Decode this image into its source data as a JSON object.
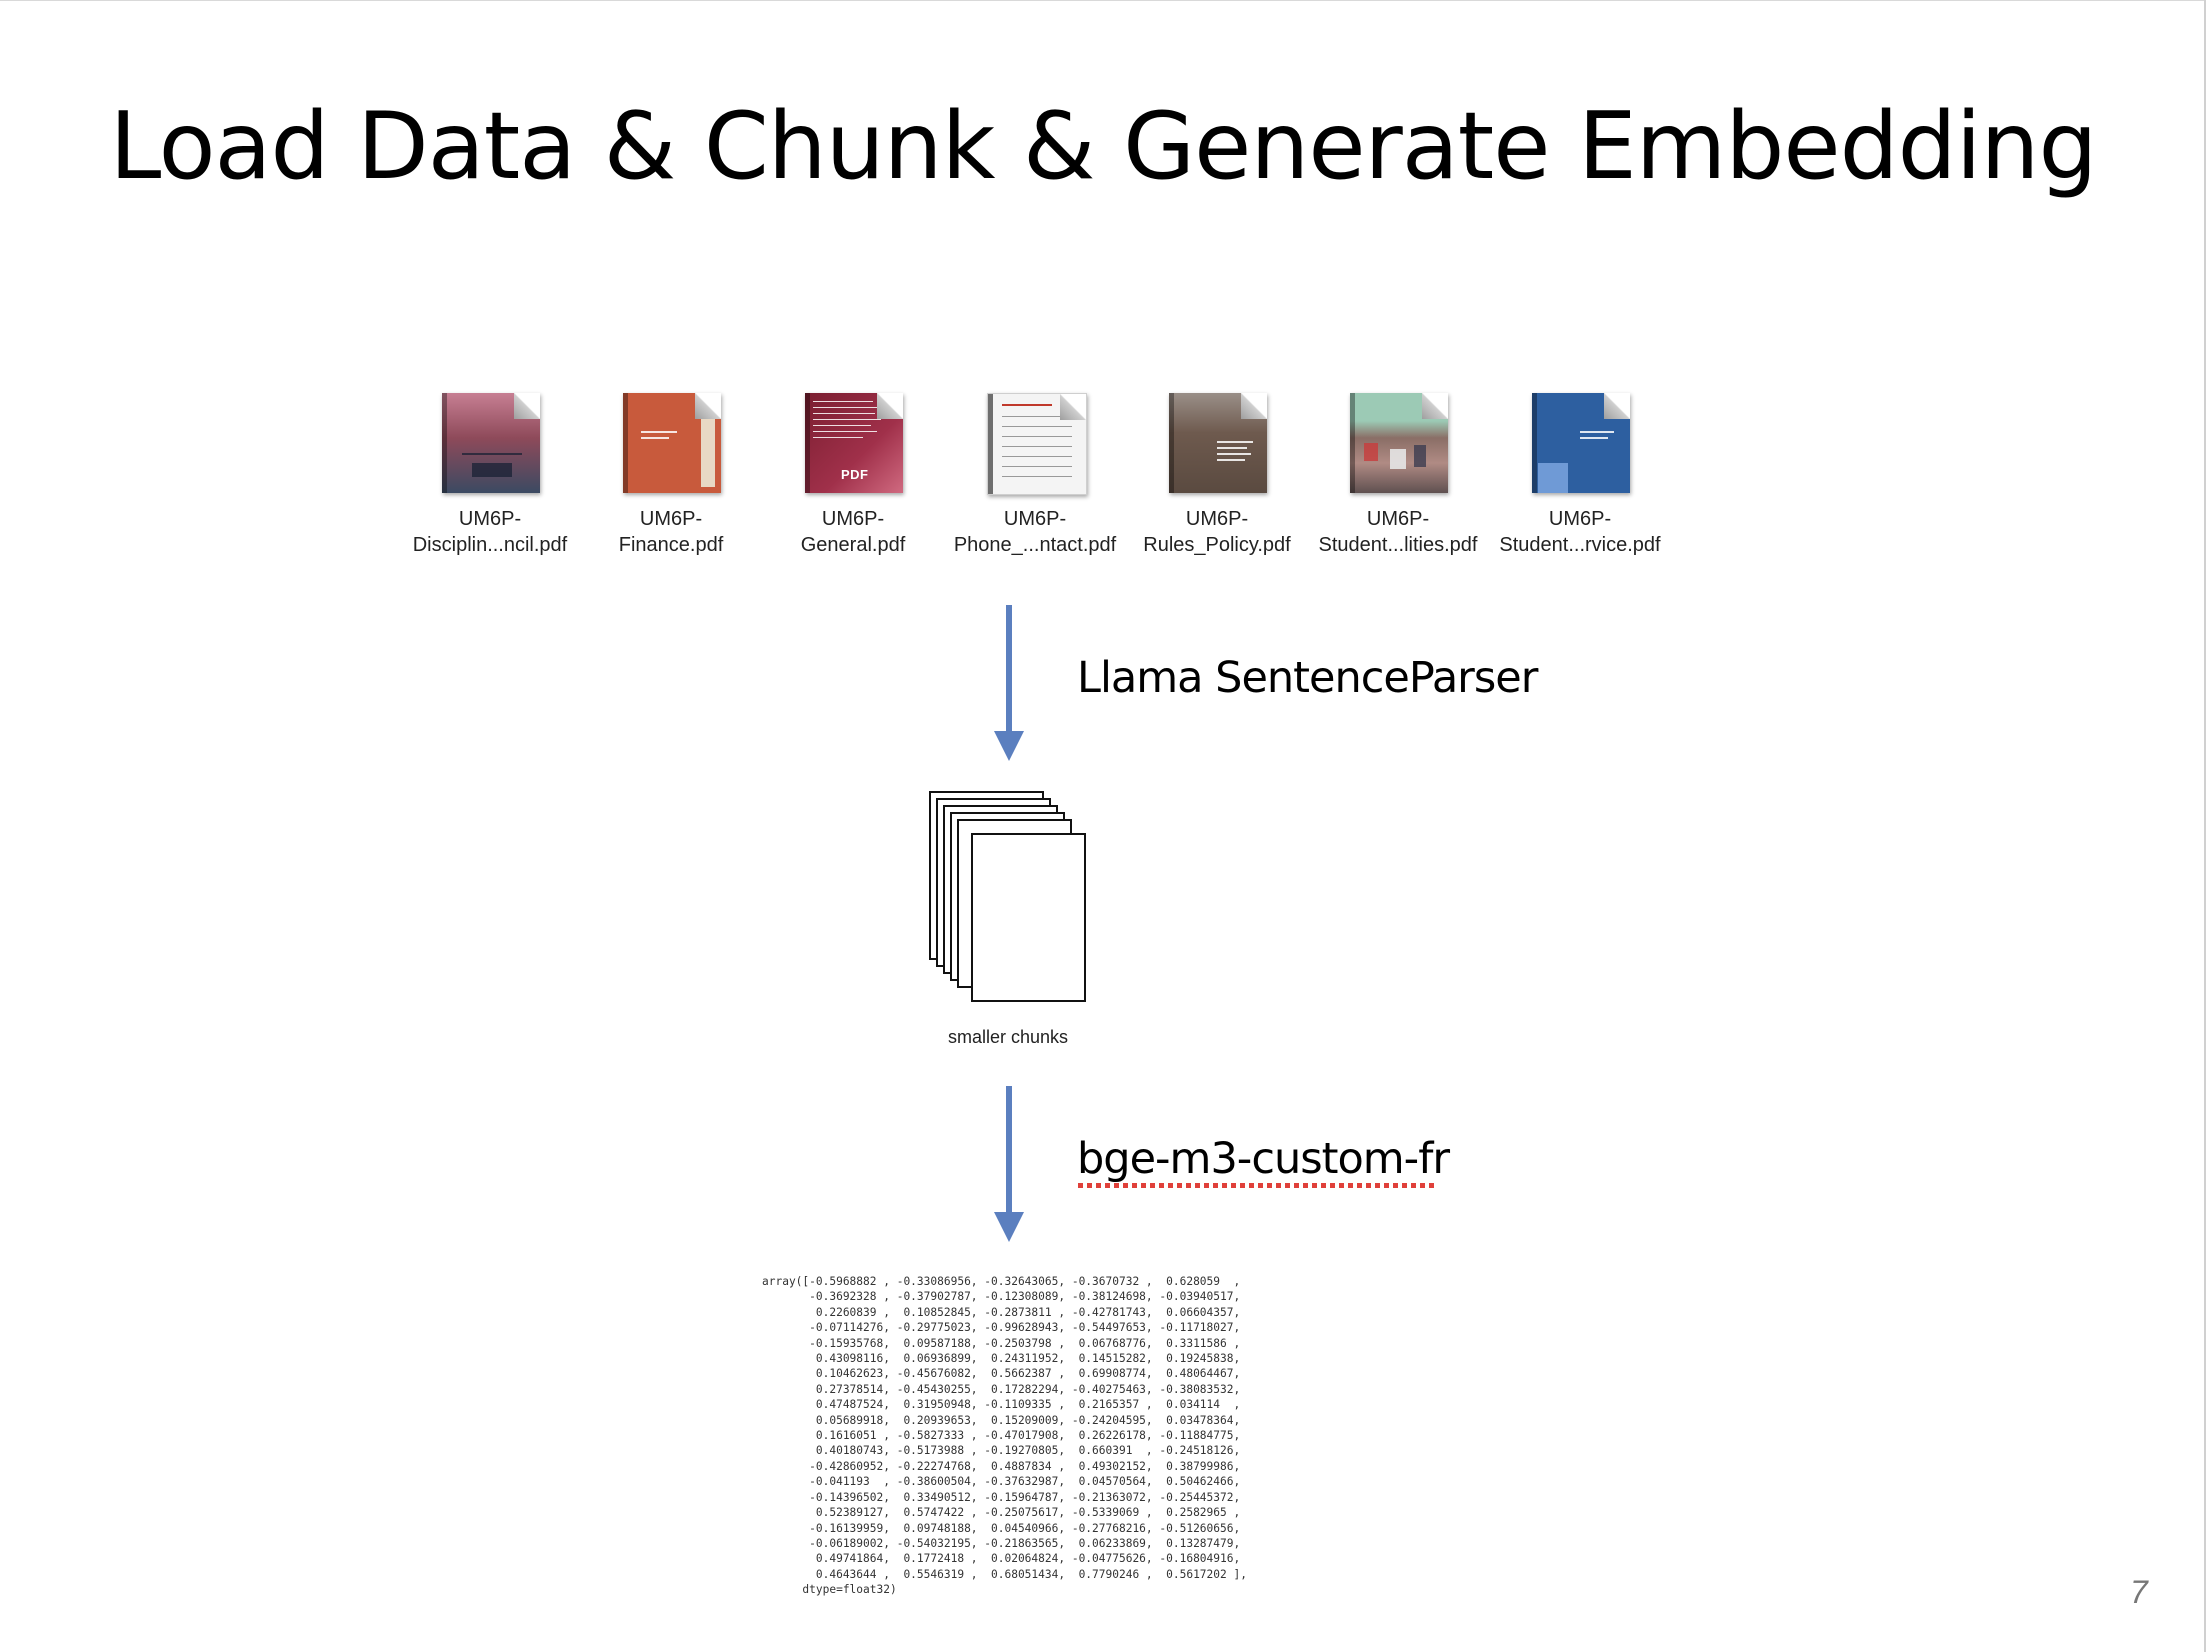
{
  "title": "Load Data & Chunk & Generate Embedding",
  "files": [
    {
      "line1": "UM6P-",
      "line2": "Disciplin...ncil.pdf",
      "thumb_color": "#8e4a5a",
      "icon": "pdf-photo-thumbnail"
    },
    {
      "line1": "UM6P-",
      "line2": "Finance.pdf",
      "thumb_color": "#c85a3c",
      "icon": "pdf-cover-thumbnail"
    },
    {
      "line1": "UM6P-",
      "line2": "General.pdf",
      "thumb_color": "#a0304a",
      "icon": "pdf-text-thumbnail"
    },
    {
      "line1": "UM6P-",
      "line2": "Phone_...ntact.pdf",
      "thumb_color": "#f2f2f2",
      "icon": "pdf-table-thumbnail"
    },
    {
      "line1": "UM6P-",
      "line2": "Rules_Policy.pdf",
      "thumb_color": "#6e5a4e",
      "icon": "pdf-cover-thumbnail"
    },
    {
      "line1": "UM6P-",
      "line2": "Student...lities.pdf",
      "thumb_color": "#5a8a78",
      "icon": "pdf-photo-thumbnail"
    },
    {
      "line1": "UM6P-",
      "line2": "Student...rvice.pdf",
      "thumb_color": "#2d5fa0",
      "icon": "pdf-cover-thumbnail"
    }
  ],
  "pdf_tag": "PDF",
  "step1_label": "Llama SentenceParser",
  "chunks_caption": "smaller chunks",
  "step2_label": "bge-m3-custom-fr",
  "array_lines": [
    "array([-0.5968882 , -0.33086956, -0.32643065, -0.3670732 ,  0.628059  ,",
    "       -0.3692328 , -0.37902787, -0.12308089, -0.38124698, -0.03940517,",
    "        0.2260839 ,  0.10852845, -0.2873811 , -0.42781743,  0.06604357,",
    "       -0.07114276, -0.29775023, -0.99628943, -0.54497653, -0.11718027,",
    "       -0.15935768,  0.09587188, -0.2503798 ,  0.06768776,  0.3311586 ,",
    "        0.43098116,  0.06936899,  0.24311952,  0.14515282,  0.19245838,",
    "        0.10462623, -0.45676082,  0.5662387 ,  0.69908774,  0.48064467,",
    "        0.27378514, -0.45430255,  0.17282294, -0.40275463, -0.38083532,",
    "        0.47487524,  0.31950948, -0.1109335 ,  0.2165357 ,  0.034114  ,",
    "        0.05689918,  0.20939653,  0.15209009, -0.24204595,  0.03478364,",
    "        0.1616051 , -0.5827333 , -0.47017908,  0.26226178, -0.11884775,",
    "        0.40180743, -0.5173988 , -0.19270805,  0.660391  , -0.24518126,",
    "       -0.42860952, -0.22274768,  0.4887834 ,  0.49302152,  0.38799986,",
    "       -0.041193  , -0.38600504, -0.37632987,  0.04570564,  0.50462466,",
    "       -0.14396502,  0.33490512, -0.15964787, -0.21363072, -0.25445372,",
    "        0.52389127,  0.5747422 , -0.25075617, -0.5339069 ,  0.2582965 ,",
    "       -0.16139959,  0.09748188,  0.04540966, -0.27768216, -0.51260656,",
    "       -0.06189002, -0.54032195, -0.21863565,  0.06233869,  0.13287479,",
    "        0.49741864,  0.1772418 ,  0.02064824, -0.04775626, -0.16804916,",
    "        0.4643644 ,  0.5546319 ,  0.68051434,  0.7790246 ,  0.5617202 ],",
    "      dtype=float32)"
  ],
  "page_number": "7",
  "colors": {
    "arrow": "#5b7fbf",
    "spellcheck_underline": "#e0403a"
  }
}
